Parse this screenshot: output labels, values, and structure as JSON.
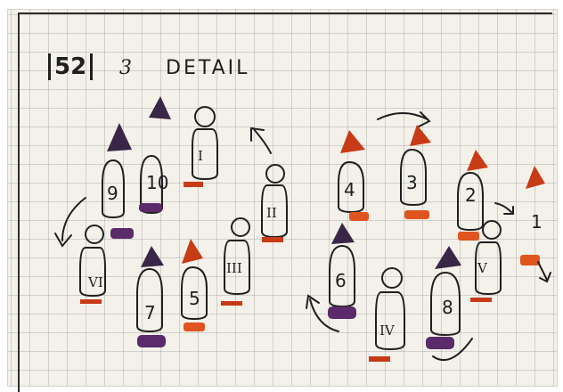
{
  "heading": {
    "number": "52",
    "count": "3",
    "title": "DETAIL"
  },
  "figures": {
    "f10": "10",
    "f9": "9",
    "f7": "7",
    "f5": "5",
    "f4": "4",
    "f3": "3",
    "f2": "2",
    "f1": "1",
    "f6": "6",
    "f8": "8",
    "rI": "I",
    "rII": "II",
    "rIII": "III",
    "rIV": "IV",
    "rV": "V",
    "rVI": "VI"
  },
  "colors": {
    "ink": "#1f1f1f",
    "purple": "#5b2a6b",
    "red": "#c83b17",
    "orange": "#e0541f"
  }
}
